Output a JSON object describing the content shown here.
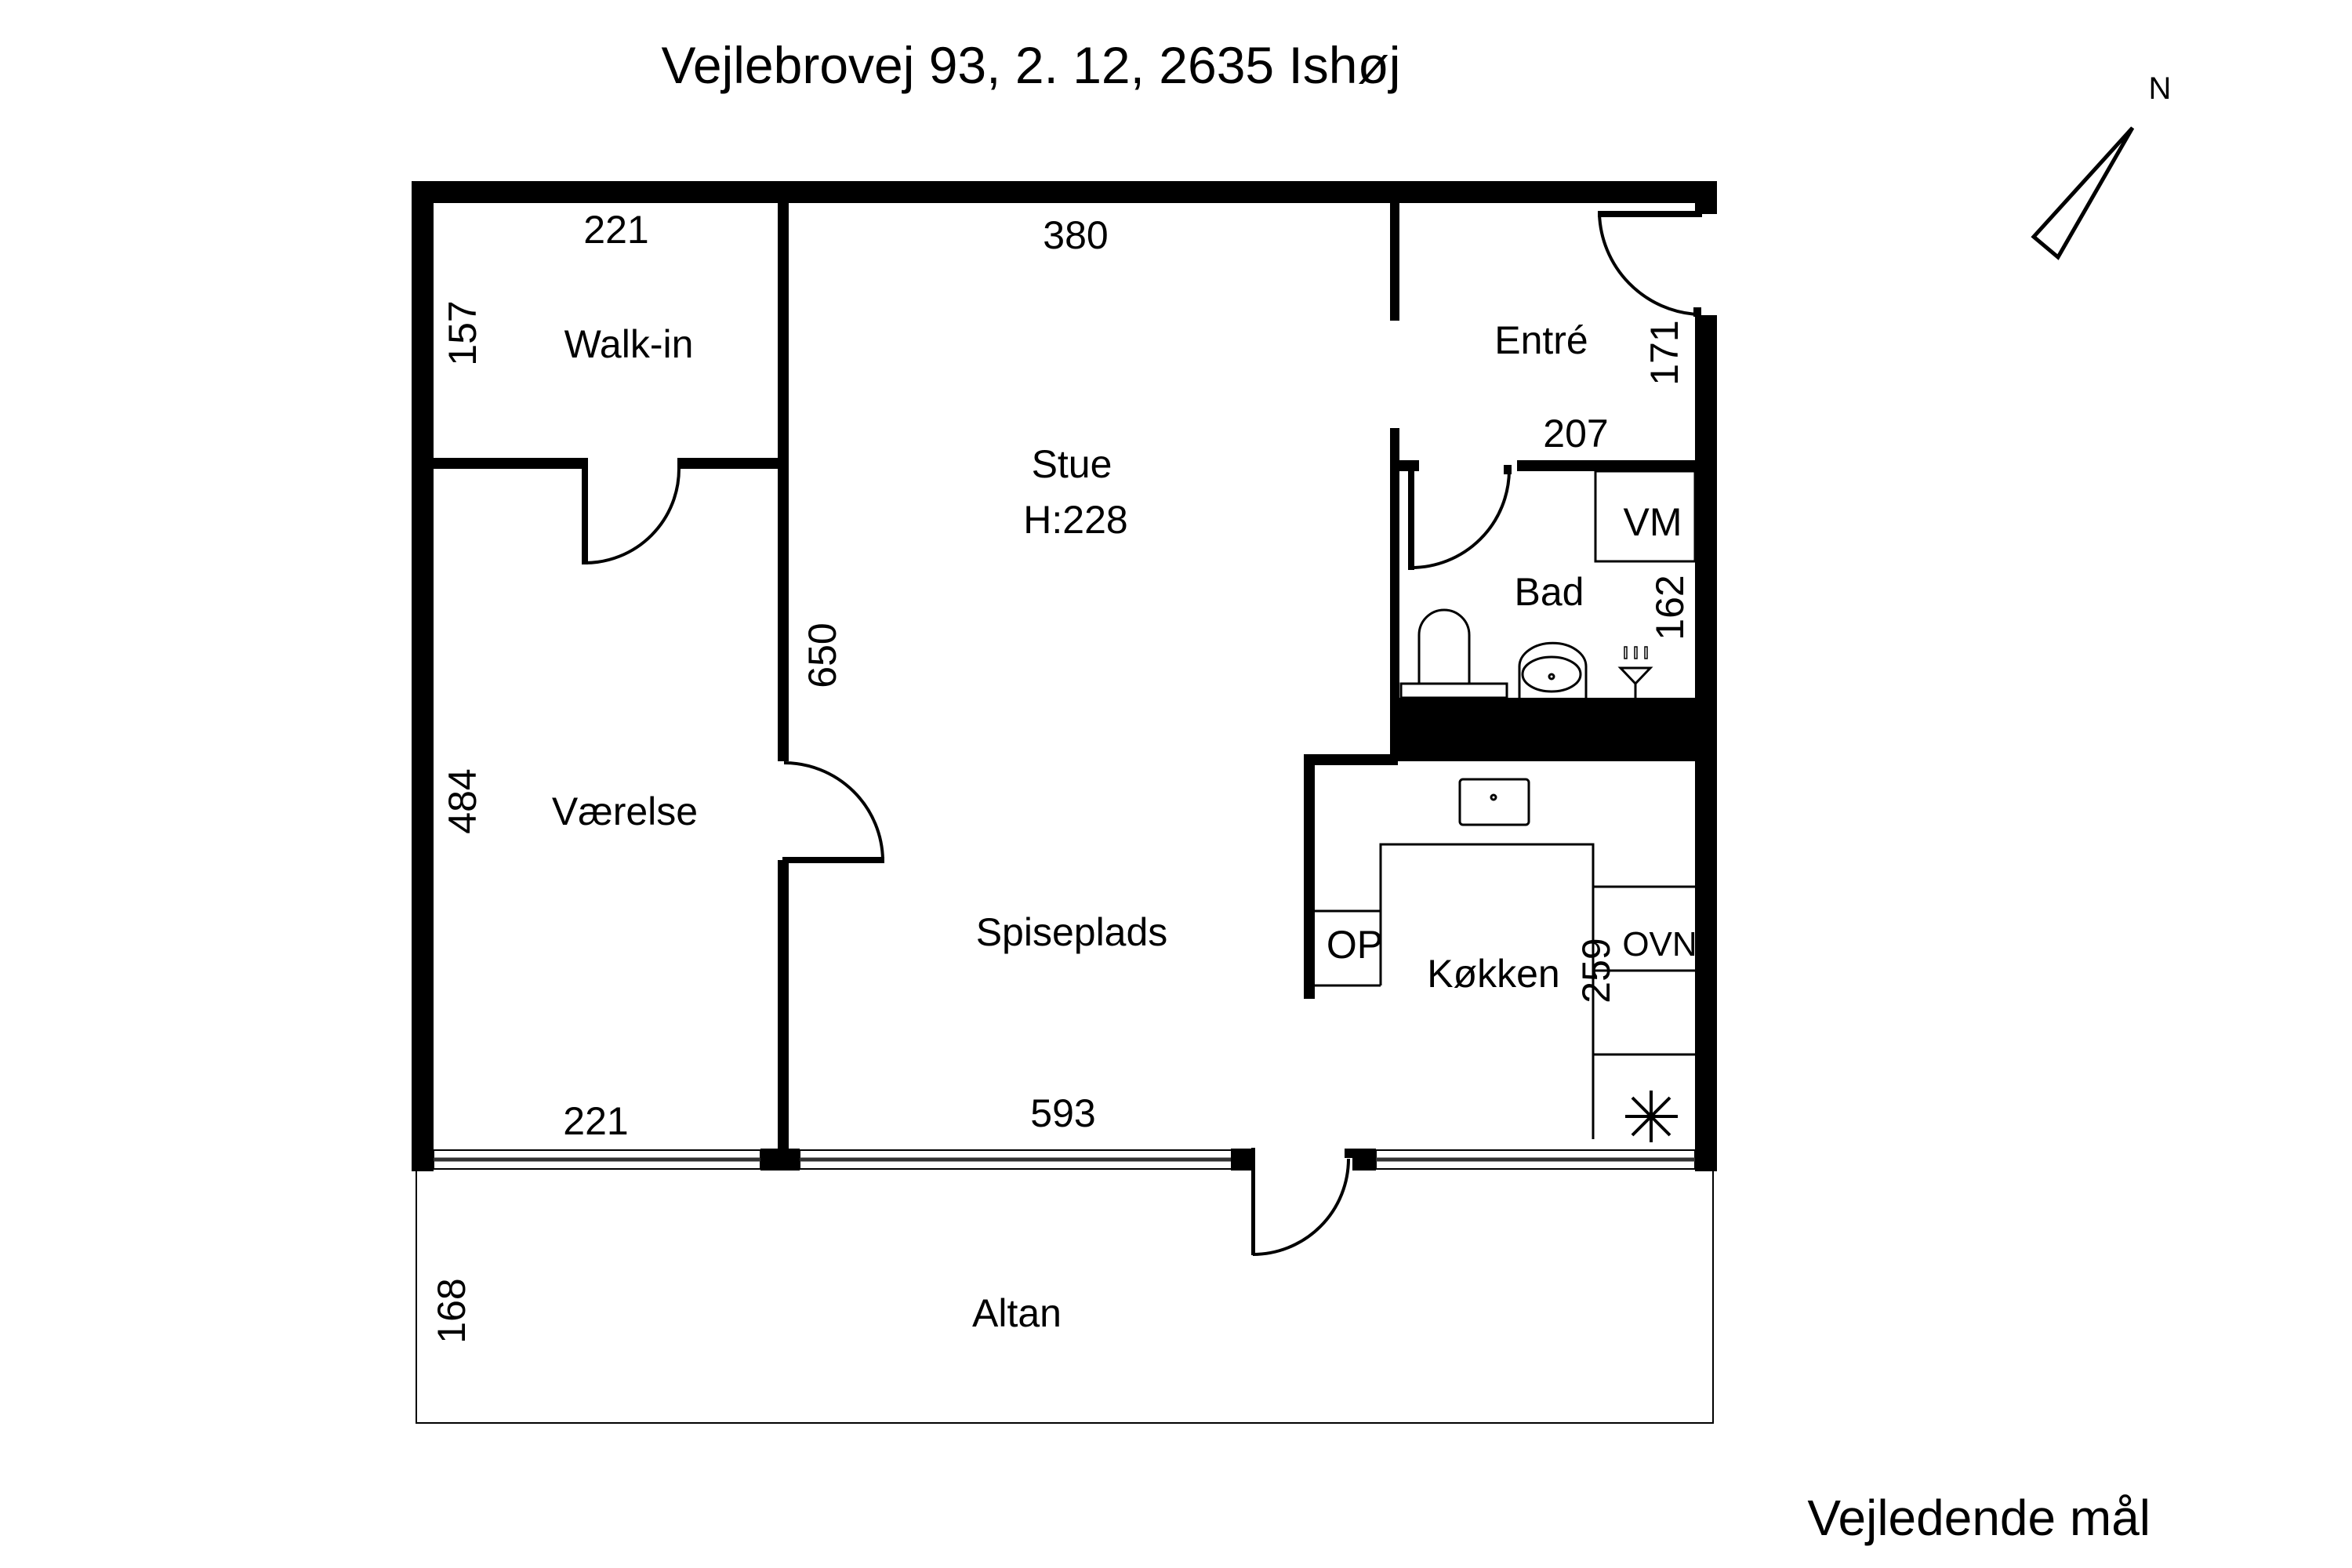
{
  "title": "Vejlebrovej 93, 2. 12, 2635 Ishøj",
  "footer": "Vejledende mål",
  "compass": {
    "label": "N",
    "icon": "north-arrow-icon"
  },
  "rooms": {
    "walk_in": {
      "name": "Walk-in",
      "width": "221",
      "depth": "157"
    },
    "stue": {
      "name": "Stue",
      "height_label": "H:228",
      "width": "380",
      "depth": "650"
    },
    "entre": {
      "name": "Entré",
      "width": "207",
      "depth": "171"
    },
    "bad": {
      "name": "Bad",
      "depth": "162",
      "appliance": "VM"
    },
    "vaerelse": {
      "name": "Værelse",
      "width": "221",
      "depth": "484"
    },
    "spiseplads": {
      "name": "Spiseplads",
      "width": "593"
    },
    "kokken": {
      "name": "Køkken",
      "depth": "259",
      "fridge": "OP",
      "oven": "OVN"
    },
    "altan": {
      "name": "Altan",
      "depth": "168"
    }
  },
  "colors": {
    "wall": "#000000",
    "background": "#ffffff"
  }
}
